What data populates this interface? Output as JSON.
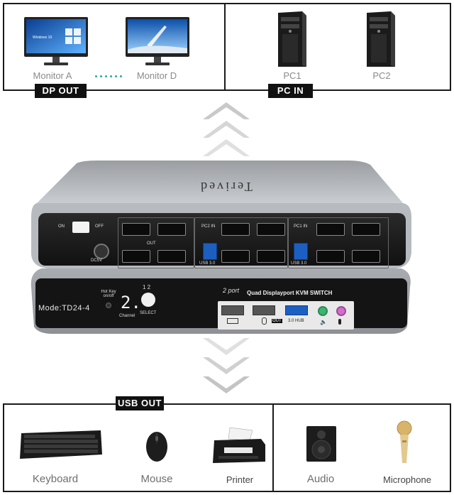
{
  "top_left": {
    "monitor_a_label": "Monitor A",
    "monitor_d_label": "Monitor D",
    "tag": "DP OUT",
    "screen_os_text": "Windows 10"
  },
  "top_right": {
    "pc1_label": "PC1",
    "pc2_label": "PC2",
    "tag": "PC IN"
  },
  "device": {
    "brand": "Terived",
    "model": "Mode:TD24-4",
    "product_title": "Quad Displayport KVM SWITCH",
    "product_title_prefix": "2 port",
    "channel_display": "2.",
    "channel_label": "Channel",
    "select_label": "SELECT",
    "select_numbers": "1 2",
    "hotkey_label": "Hot Key on/off",
    "rear_on": "ON",
    "rear_off": "OFF",
    "rear_power": "DC5V",
    "rear_out": "OUT",
    "rear_pc2_in": "PC2 IN",
    "rear_pc1_in": "PC1 IN",
    "rear_usb3": "USB 3.0",
    "front_out": "OUT",
    "front_hub": "3.0 HUB"
  },
  "bottom": {
    "tag": "USB OUT",
    "keyboard_label": "Keyboard",
    "mouse_label": "Mouse",
    "printer_label": "Printer",
    "audio_label": "Audio",
    "microphone_label": "Microphone"
  },
  "colors": {
    "frame": "#1a1a1a",
    "accent_dots": "#2aa5a0",
    "usb_blue": "#1c5fc0",
    "chevron": "#c9c9c9"
  }
}
